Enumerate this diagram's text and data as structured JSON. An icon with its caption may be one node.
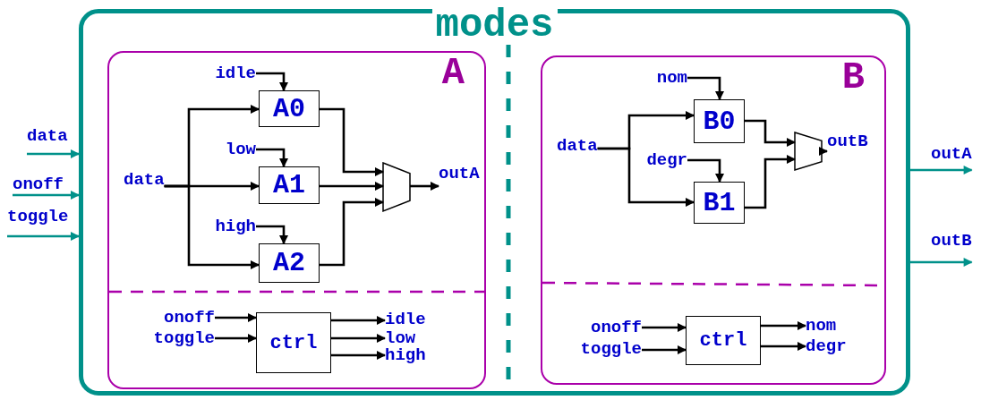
{
  "diagram": {
    "nodes": [
      {
        "text": [
          "modes"
        ]
      },
      {
        "text": [
          "A"
        ],
        "in": 0
      },
      {
        "text": [
          "idle"
        ],
        "in": 1
      },
      {
        "text": [
          "A0"
        ],
        "in": 1
      },
      {
        "text": [
          "low"
        ],
        "in": 1
      },
      {
        "text": [
          "A1"
        ],
        "in": 1
      },
      {
        "text": [
          "high"
        ],
        "in": 1
      },
      {
        "text": [
          "A2"
        ],
        "in": 1
      },
      {
        "text": [
          "data"
        ],
        "in": 1
      },
      {
        "text": [],
        "shape": "trapezoid",
        "in": 1
      },
      {
        "text": [
          "outA"
        ],
        "in": 1
      },
      {
        "text": [
          "onoff"
        ],
        "in": 1
      },
      {
        "text": [
          "toggle"
        ],
        "in": 1
      },
      {
        "text": [
          "ctrl"
        ],
        "in": 1
      },
      {
        "text": [
          "idle"
        ],
        "in": 1
      },
      {
        "text": [
          "low"
        ],
        "in": 1
      },
      {
        "text": [
          "high"
        ],
        "in": 1
      },
      {
        "text": [
          "B"
        ],
        "in": 0
      },
      {
        "text": [
          "nom"
        ],
        "in": 17
      },
      {
        "text": [
          "B0"
        ],
        "in": 17
      },
      {
        "text": [
          "data"
        ],
        "in": 17
      },
      {
        "text": [
          "degr"
        ],
        "in": 17
      },
      {
        "text": [
          "B1"
        ],
        "in": 17
      },
      {
        "text": [],
        "shape": "trapezoid",
        "in": 17
      },
      {
        "text": [
          "outB"
        ],
        "in": 17
      },
      {
        "text": [
          "onoff"
        ],
        "in": 17
      },
      {
        "text": [
          "toggle"
        ],
        "in": 17
      },
      {
        "text": [
          "ctrl"
        ],
        "in": 17
      },
      {
        "text": [
          "nom"
        ],
        "in": 17
      },
      {
        "text": [
          "degr"
        ],
        "in": 17
      },
      {
        "text": [
          "data"
        ]
      },
      {
        "text": [
          "onoff"
        ]
      },
      {
        "text": [
          "toggle"
        ]
      },
      {
        "text": [
          "outA"
        ]
      },
      {
        "text": [
          "outB"
        ]
      }
    ],
    "edges": [
      {
        "from": 8,
        "to": 3,
        "arrow": "to"
      },
      {
        "from": 8,
        "to": 5,
        "arrow": "to"
      },
      {
        "from": 8,
        "to": 7,
        "arrow": "to"
      },
      {
        "from": 2,
        "to": 3,
        "arrow": "to"
      },
      {
        "from": 4,
        "to": 5,
        "arrow": "to"
      },
      {
        "from": 6,
        "to": 7,
        "arrow": "to"
      },
      {
        "from": 3,
        "to": 9,
        "arrow": "to"
      },
      {
        "from": 5,
        "to": 9,
        "arrow": "to"
      },
      {
        "from": 7,
        "to": 9,
        "arrow": "to"
      },
      {
        "from": 9,
        "to": 10,
        "arrow": "to"
      },
      {
        "from": 11,
        "to": 13,
        "arrow": "to"
      },
      {
        "from": 12,
        "to": 13,
        "arrow": "to"
      },
      {
        "from": 13,
        "to": 14,
        "arrow": "to"
      },
      {
        "from": 13,
        "to": 15,
        "arrow": "to"
      },
      {
        "from": 13,
        "to": 16,
        "arrow": "to"
      },
      {
        "from": 18,
        "to": 19,
        "arrow": "to"
      },
      {
        "from": 20,
        "to": 19,
        "arrow": "to"
      },
      {
        "from": 20,
        "to": 22,
        "arrow": "to"
      },
      {
        "from": 21,
        "to": 22,
        "arrow": "to"
      },
      {
        "from": 19,
        "to": 23,
        "arrow": "to"
      },
      {
        "from": 22,
        "to": 23,
        "arrow": "to"
      },
      {
        "from": 23,
        "to": 24,
        "arrow": "to"
      },
      {
        "from": 25,
        "to": 27,
        "arrow": "to"
      },
      {
        "from": 26,
        "to": 27,
        "arrow": "to"
      },
      {
        "from": 27,
        "to": 28,
        "arrow": "to"
      },
      {
        "from": 27,
        "to": 29,
        "arrow": "to"
      },
      {
        "from": 30,
        "to": 0,
        "arrow": "to",
        "color": "#00918a"
      },
      {
        "from": 31,
        "to": 0,
        "arrow": "to",
        "color": "#00918a"
      },
      {
        "from": 32,
        "to": 0,
        "arrow": "to",
        "color": "#00918a"
      },
      {
        "from": 0,
        "to": 33,
        "arrow": "to",
        "color": "#00918a"
      },
      {
        "from": 0,
        "to": 34,
        "arrow": "to",
        "color": "#00918a"
      }
    ]
  }
}
